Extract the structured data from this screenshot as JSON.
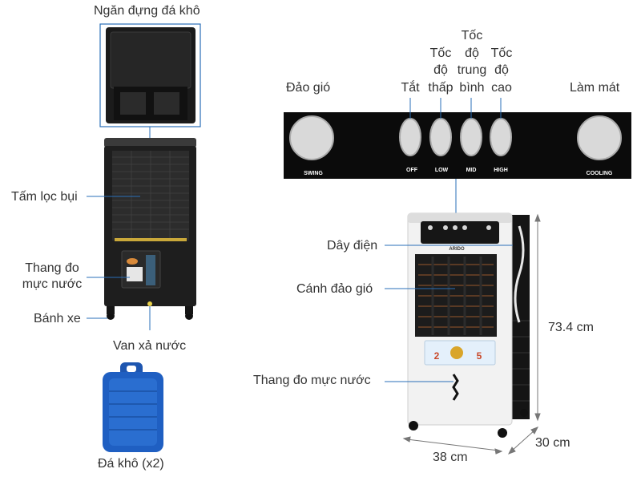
{
  "left": {
    "ice_compartment_label": "Ngăn đựng đá khô",
    "dust_filter_label": "Tấm lọc bụi",
    "water_gauge_label_line1": "Thang đo",
    "water_gauge_label_line2": "mực nước",
    "wheel_label": "Bánh xe",
    "drain_valve_label": "Van xả nước",
    "ice_pack_label": "Đá khô (x2)"
  },
  "panel": {
    "swing_label": "Đảo gió",
    "off_label": "Tắt",
    "low_label_line1": "Tốc",
    "low_label_line2": "độ",
    "low_label_line3": "thấp",
    "mid_label_line1": "Tốc",
    "mid_label_line2": "độ",
    "mid_label_line3": "trung",
    "mid_label_line4": "bình",
    "high_label_line1": "Tốc",
    "high_label_line2": "độ",
    "high_label_line3": "cao",
    "cooling_label": "Làm mát",
    "buttons": {
      "swing": "SWING",
      "off": "OFF",
      "low": "LOW",
      "mid": "MID",
      "high": "HIGH",
      "cooling": "COOLING"
    }
  },
  "right": {
    "cord_label": "Dây điện",
    "louver_label": "Cánh đảo gió",
    "water_gauge_label": "Thang đo mực nước",
    "height_label": "73.4 cm",
    "width_label": "38 cm",
    "depth_label": "30 cm",
    "brand": "ARIDO",
    "sticker_num_1": "2",
    "sticker_num_2": "5"
  }
}
